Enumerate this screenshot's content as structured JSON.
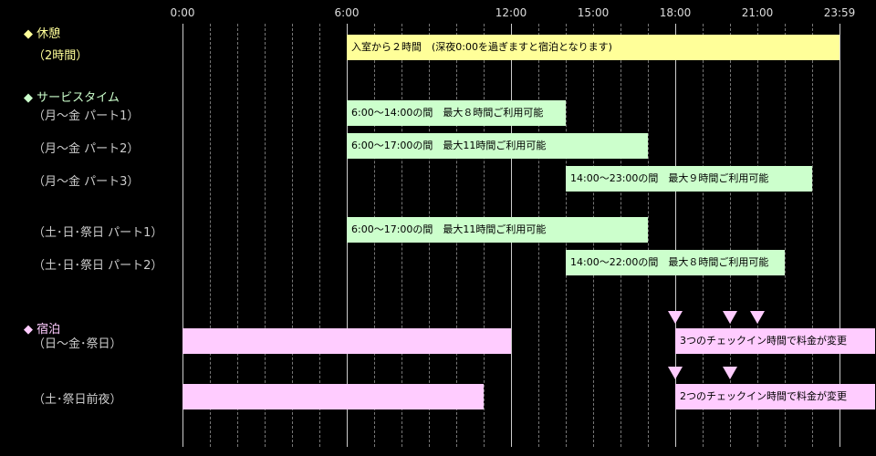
{
  "chart_data": {
    "type": "timeline",
    "x_ticks": [
      "0:00",
      "6:00",
      "12:00",
      "15:00",
      "18:00",
      "21:00",
      "23:59"
    ],
    "x_range": [
      0,
      24
    ],
    "categories": [
      {
        "label": "◆ 休憩",
        "color": "#ffff99",
        "rows": [
          {
            "label": "（2時間）",
            "bars": [
              {
                "start": 6,
                "end": 24,
                "text": "入室から２時間　(深夜0:00を過ぎますと宿泊となります)"
              }
            ]
          }
        ]
      },
      {
        "label": "◆ サービスタイム",
        "color": "#ccffcc",
        "rows": [
          {
            "label": "（月～金 パート1）",
            "bars": [
              {
                "start": 6,
                "end": 14,
                "text": "6:00～14:00の間　最大８時間ご利用可能"
              }
            ]
          },
          {
            "label": "（月～金 パート2）",
            "bars": [
              {
                "start": 6,
                "end": 17,
                "text": "6:00～17:00の間　最大11時間ご利用可能"
              }
            ]
          },
          {
            "label": "（月～金 パート3）",
            "bars": [
              {
                "start": 14,
                "end": 23,
                "text": "14:00～23:00の間　最大９時間ご利用可能"
              }
            ]
          },
          {
            "label": "（土･日･祭日 パート1）",
            "bars": [
              {
                "start": 6,
                "end": 17,
                "text": "6:00～17:00の間　最大11時間ご利用可能"
              }
            ]
          },
          {
            "label": "（土･日･祭日 パート2）",
            "bars": [
              {
                "start": 14,
                "end": 22,
                "text": "14:00～22:00の間　最大８時間ご利用可能"
              }
            ]
          }
        ]
      },
      {
        "label": "◆ 宿泊",
        "color": "#ffccff",
        "rows": [
          {
            "label": "（日～金･祭日）",
            "bars": [
              {
                "start": 0,
                "end": 12,
                "text": ""
              },
              {
                "start": 18,
                "end": 25.3,
                "text": "3つのチェックイン時間で料金が変更"
              }
            ],
            "checkins": [
              18,
              20,
              21
            ]
          },
          {
            "label": "（土･祭日前夜）",
            "bars": [
              {
                "start": 0,
                "end": 11,
                "text": ""
              },
              {
                "start": 18,
                "end": 25.3,
                "text": "2つのチェックイン時間で料金が変更"
              }
            ],
            "checkins": [
              18,
              20
            ]
          }
        ]
      }
    ]
  }
}
